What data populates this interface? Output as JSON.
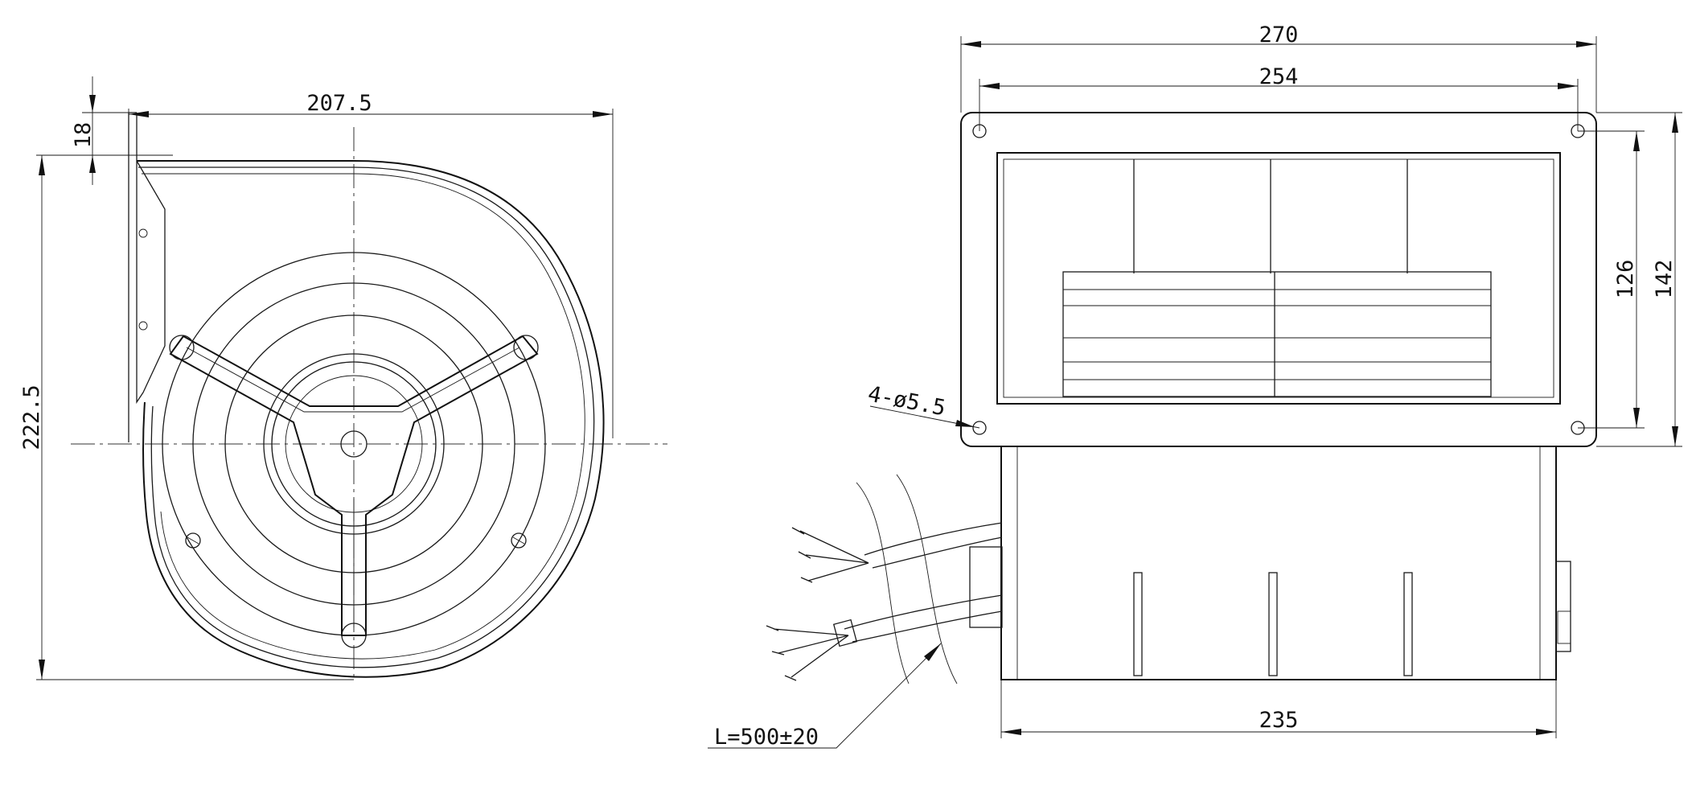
{
  "dimensions": {
    "front_width": "207.5",
    "front_flange": "18",
    "front_height": "222.5",
    "side_overall_width": "270",
    "side_hole_spacing_x": "254",
    "side_hole_spacing_y": "126",
    "side_overall_height": "142",
    "side_mount_holes": "4-ø5.5",
    "side_motor_width": "235",
    "cable_length": "L=500±20"
  }
}
